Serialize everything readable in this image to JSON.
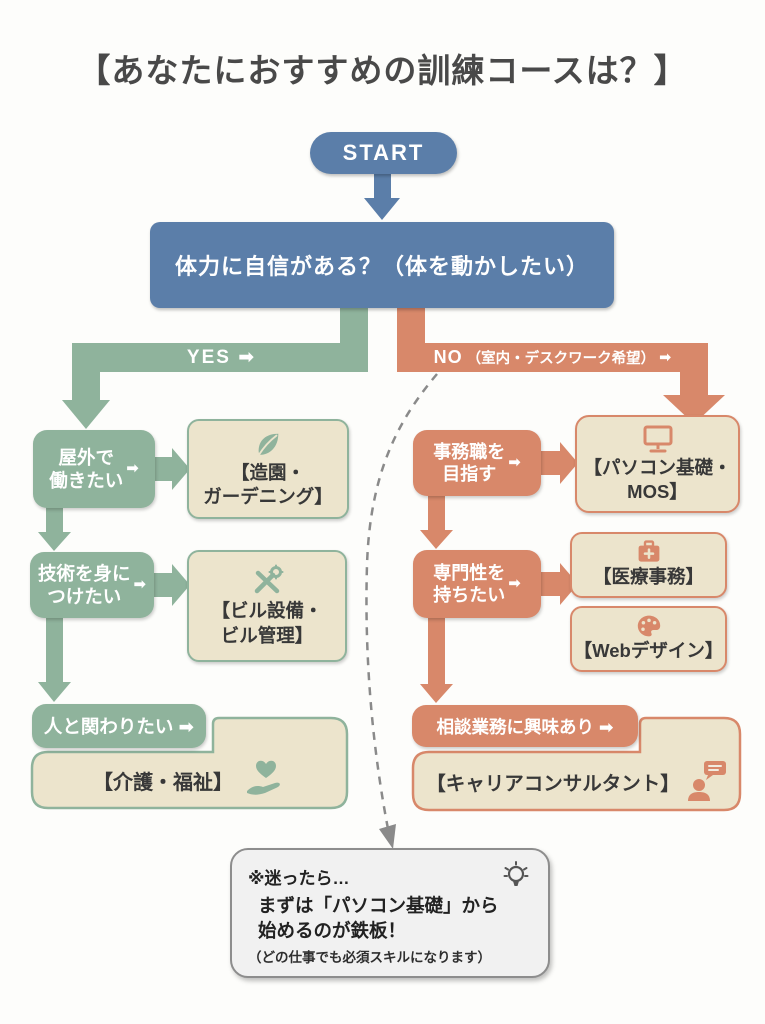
{
  "title": "【あなたにおすすめの訓練コースは？】",
  "flow": {
    "start_label": "START",
    "question": "体力に自信がある？（体を動かしたい）",
    "yes_label": "YES ➡",
    "no_label": "NO",
    "no_sub": "（室内・デスクワーク希望）",
    "no_arrow": "➡"
  },
  "left_branch": {
    "cond1": {
      "line1": "屋外で",
      "line2": "働きたい",
      "arrow": "➡"
    },
    "course1": {
      "line1": "【造園・",
      "line2": "ガーデニング】",
      "icon": "leaf-icon"
    },
    "cond2": {
      "line1": "技術を身に",
      "line2": "つけたい",
      "arrow": "➡"
    },
    "course2": {
      "line1": "【ビル設備・",
      "line2": "ビル管理】",
      "icon": "tools-icon"
    },
    "cond3": {
      "label": "人と関わりたい ➡"
    },
    "course3": {
      "label": "【介護・福祉】",
      "icon": "heart-hand-icon"
    }
  },
  "right_branch": {
    "cond1": {
      "line1": "事務職を",
      "line2": "目指す",
      "arrow": "➡"
    },
    "course1": {
      "line1": "【パソコン基礎・",
      "line2": "MOS】",
      "icon": "monitor-icon"
    },
    "cond2": {
      "line1": "専門性を",
      "line2": "持ちたい",
      "arrow": "➡"
    },
    "course2a": {
      "label": "【医療事務】",
      "icon": "medical-kit-icon"
    },
    "course2b": {
      "label": "【Webデザイン】",
      "icon": "palette-icon"
    },
    "cond3": {
      "label": "相談業務に興味あり ➡"
    },
    "course3": {
      "label": "【キャリアコンサルタント】",
      "icon": "consultant-icon"
    }
  },
  "note": {
    "heading": "※迷ったら…",
    "line1": "まずは「パソコン基礎」から",
    "line2": "始めるのが鉄板！",
    "line3": "（どの仕事でも必須スキルになります）",
    "icon": "lightbulb-icon"
  },
  "colors": {
    "blue": "#5b7ea9",
    "green": "#8fb39c",
    "orange": "#d8886a",
    "beige": "#ece4cc",
    "note_bg": "#f1f1f1",
    "note_border": "#8d8d8d",
    "title_text": "#494949",
    "dark_text": "#383838",
    "dashed_line": "#8a8a8a"
  }
}
